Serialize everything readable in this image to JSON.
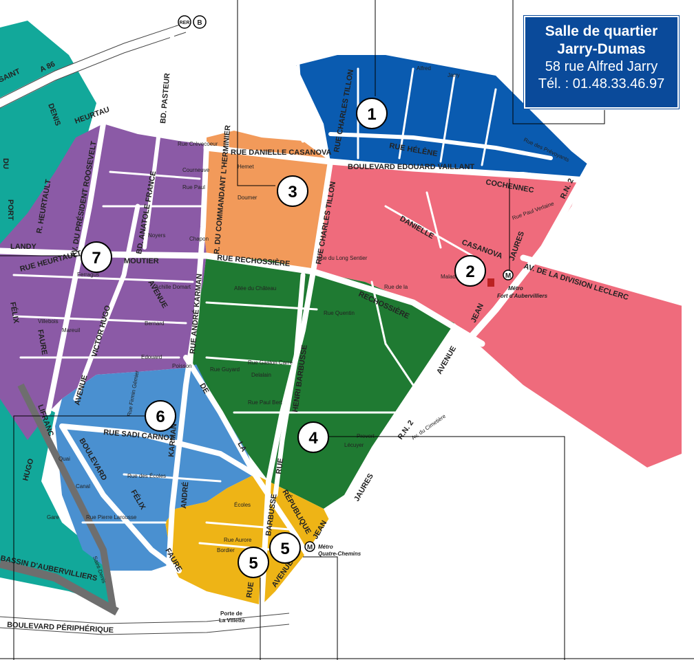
{
  "infobox": {
    "line1": "Salle de quartier",
    "line2": "Jarry-Dumas",
    "line3": "58 rue Alfred Jarry",
    "line4": "Tél. : 01.48.33.46.97"
  },
  "colors": {
    "teal": "#12a89a",
    "blue": "#0a5bb0",
    "orange": "#f29a5a",
    "pink": "#ef6b7c",
    "purple": "#8b5aa6",
    "green": "#1f7a32",
    "lightblue": "#4a90d0",
    "yellow": "#eeb416",
    "white": "#ffffff",
    "canal": "#6e6e6e"
  },
  "markers": [
    {
      "id": "1",
      "label": "1"
    },
    {
      "id": "2",
      "label": "2"
    },
    {
      "id": "3",
      "label": "3"
    },
    {
      "id": "4",
      "label": "4"
    },
    {
      "id": "5a",
      "label": "5"
    },
    {
      "id": "5b",
      "label": "5"
    },
    {
      "id": "6",
      "label": "6"
    },
    {
      "id": "7",
      "label": "7"
    }
  ],
  "metro": [
    {
      "name": "Métro",
      "sub": "Fort d'Aubervilliers",
      "symbol": "M"
    },
    {
      "name": "Métro",
      "sub": "Quatre-Chemins",
      "symbol": "M"
    }
  ],
  "rer": {
    "a": "RER",
    "b": "B"
  },
  "labels": {
    "a86": "A 86",
    "saint": "SAINT",
    "denis": "DENIS",
    "du": "DU",
    "port": "PORT",
    "landy": "LANDY",
    "rue_heurtault": "RUE HEURTAULT",
    "r_heurtault": "R. HEURTAULT",
    "heurtau": "HEURTAU",
    "av_president": "AV. DU PRÉSIDENT ROOSEVELT",
    "bd_anatole": "BD. ANATOLE FRANCE",
    "bd_pasteur": "BD. PASTEUR",
    "rue_crevecoeur": "Rue Crèvecoeur",
    "rue_danielle": "RUE DANIELLE CASANOVA",
    "r_commandant": "R. DU COMMANDANT L'HERMINIER",
    "rue_charles_tillon_top": "RUE CHARLES TILLON",
    "rue_charles_tillon_mid": "RUE CHARLES TILLON",
    "rue_helene": "RUE HÉLÈNE",
    "boulevard_edouard": "BOULEVARD EDOUARD VAILLANT",
    "cochennec": "COCHENNEC",
    "rn2_top": "R.N. 2",
    "jaures_top": "JAURES",
    "danielle": "DANIELLE",
    "casanova": "CASANOVA",
    "rue_rue": "RUE",
    "av_division": "AV. DE LA DIVISION LECLERC",
    "jean": "JEAN",
    "rechossiere_mid": "RUE RECHOSSIÈRE",
    "rechossiere_right": "RECHOSSIÈRE",
    "rue_r": "RUE",
    "moutier": "MOUTIER",
    "rue_andre_karman": "RUE ANDRÉ KARMAN",
    "avenue_v": "AVENUE",
    "victor_hugo": "VICTOR HUGO",
    "felix": "FÉLIX",
    "faure": "FAURE",
    "avenue_l": "AVENUE",
    "de": "DE",
    "la": "LA",
    "henri_barbusse": "HENRI BARBUSSE",
    "rue_henri": "RUE",
    "avenue_jean": "AVENUE",
    "rn2_bottom": "R.N. 2",
    "jaures_bottom": "JAURES",
    "jean_bottom": "JEAN",
    "rue_sadi_carnot": "RUE SADI CARNOT",
    "karman": "KARMAN",
    "andre": "ANDRÉ",
    "boulevard_felix": "BOULEVARD",
    "felix_b": "FÉLIX",
    "faure_b": "FAURE",
    "lifranc": "LIFRANC",
    "hugo": "HUGO",
    "barbusse_b": "BARBUSSE",
    "republique": "RÉPUBLIQUE",
    "avenue_b": "AVENUE",
    "rue_b": "RUE",
    "bassin": "BASSIN D'AUBERVILLIERS",
    "peripherique": "BOULEVARD PÉRIPHÉRIQUE",
    "porte": "Porte de",
    "villette": "La Villette",
    "small": {
      "alfred": "Alfred",
      "jarry": "Jarry",
      "rue_prevoyants": "Rue des Prévoyants",
      "rue_paul_vertaine": "Rue Paul Verlaine",
      "rue_long_sentier": "Rue du Long Sentier",
      "maladrerie": "Maladrerie",
      "rue_guyard": "Rue Guyard",
      "rue_gaston_carre": "Rue Gaston Carré",
      "delalain": "Delalain",
      "rue_paul_bert": "Rue Paul Bert",
      "rue_quentin": "Rue Quentin",
      "allee_chateau": "Allée du Château",
      "rue_noyers": "Noyers",
      "rue_achille": "Achille Domart",
      "rue_ferragus": "Ferragus",
      "rue_villebois": "Villebois",
      "rue_mareuil": "Mareuil",
      "rue_bernard": "Bernard",
      "edouard": "Edouard",
      "poisson": "Poisson",
      "rue_firmin": "Rue Firmin Gémier",
      "rue_ecoles": "Rue des Écoles",
      "ecoles": "Écoles",
      "rue_pierre_larousse": "Rue Pierre Larousse",
      "rue_aurore": "Rue Aurore",
      "bordier": "Bordier",
      "rue_cimetiere": "Av. du Cimetière",
      "lecuyer": "Lécuyer",
      "courneuve": "Courneuve",
      "rue_paul": "Rue Paul",
      "doumer": "Doumer",
      "hemet": "Hemet",
      "rue_chapon": "Chapon",
      "quai": "Quai",
      "gare": "Gare",
      "canal": "Canal",
      "saint_denis": "Saint-Denis",
      "rue_prevert": "Prevert",
      "rue_la": "Rue de la"
    }
  }
}
